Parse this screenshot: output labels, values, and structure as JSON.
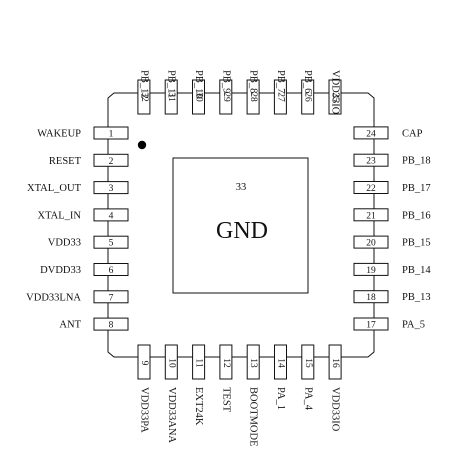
{
  "chip": {
    "center_pad_number": "33",
    "center_pad_label": "GND"
  },
  "pins": {
    "left": [
      {
        "num": "1",
        "name": "WAKEUP"
      },
      {
        "num": "2",
        "name": "RESET"
      },
      {
        "num": "3",
        "name": "XTAL_OUT"
      },
      {
        "num": "4",
        "name": "XTAL_IN"
      },
      {
        "num": "5",
        "name": "VDD33"
      },
      {
        "num": "6",
        "name": "DVDD33"
      },
      {
        "num": "7",
        "name": "VDD33LNA"
      },
      {
        "num": "8",
        "name": "ANT"
      }
    ],
    "bottom": [
      {
        "num": "9",
        "name": "VDD33PA"
      },
      {
        "num": "10",
        "name": "VDD33ANA"
      },
      {
        "num": "11",
        "name": "EXT24K"
      },
      {
        "num": "12",
        "name": "TEST"
      },
      {
        "num": "13",
        "name": "BOOTMODE"
      },
      {
        "num": "14",
        "name": "PA_1"
      },
      {
        "num": "15",
        "name": "PA_4"
      },
      {
        "num": "16",
        "name": "VDD33IO"
      }
    ],
    "right": [
      {
        "num": "17",
        "name": "PA_5"
      },
      {
        "num": "18",
        "name": "PB_13"
      },
      {
        "num": "19",
        "name": "PB_14"
      },
      {
        "num": "20",
        "name": "PB_15"
      },
      {
        "num": "21",
        "name": "PB_16"
      },
      {
        "num": "22",
        "name": "PB_17"
      },
      {
        "num": "23",
        "name": "PB_18"
      },
      {
        "num": "24",
        "name": "CAP"
      }
    ],
    "top": [
      {
        "num": "25",
        "name": "VDD33IO"
      },
      {
        "num": "26",
        "name": "PB_6"
      },
      {
        "num": "27",
        "name": "PB_7"
      },
      {
        "num": "28",
        "name": "PB_8"
      },
      {
        "num": "29",
        "name": "PB_9"
      },
      {
        "num": "30",
        "name": "PB_10"
      },
      {
        "num": "31",
        "name": "PB_11"
      },
      {
        "num": "32",
        "name": "PB_12"
      }
    ]
  }
}
